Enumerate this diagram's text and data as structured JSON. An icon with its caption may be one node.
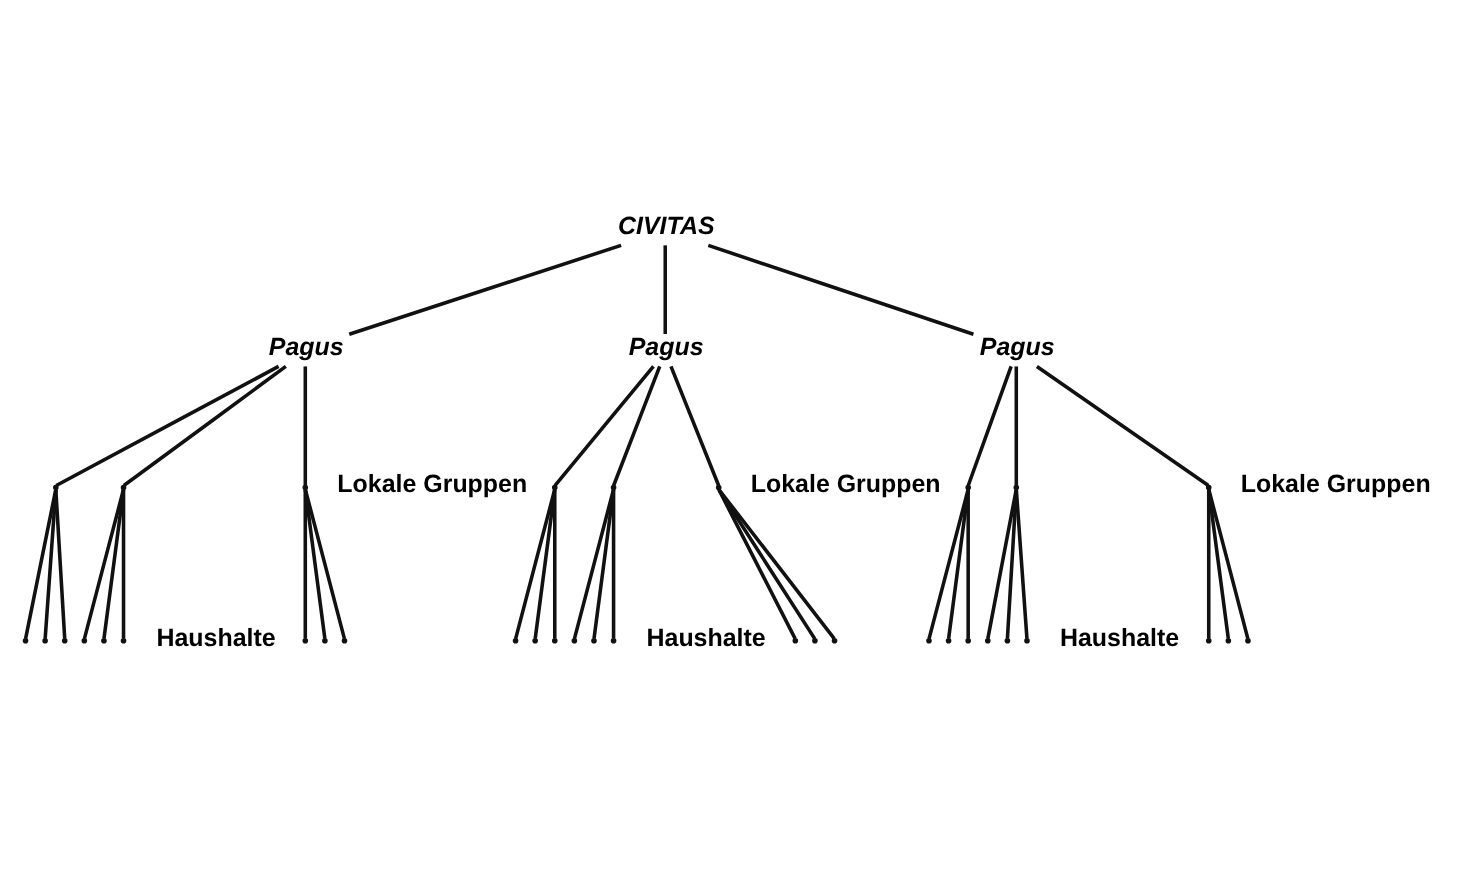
{
  "diagram": {
    "nodes": [
      {
        "text": [
          "CIVITAS"
        ]
      },
      {
        "text": [
          "Pagus"
        ]
      },
      {
        "text": [
          "Pagus"
        ]
      },
      {
        "text": [
          "Pagus"
        ]
      },
      {
        "text": [],
        "shape": "point"
      },
      {
        "text": [],
        "shape": "point"
      },
      {
        "text": [],
        "shape": "point"
      },
      {
        "text": [],
        "shape": "point"
      },
      {
        "text": [],
        "shape": "point"
      },
      {
        "text": [],
        "shape": "point"
      },
      {
        "text": [],
        "shape": "point"
      },
      {
        "text": [],
        "shape": "point"
      },
      {
        "text": [],
        "shape": "point"
      },
      {
        "text": [],
        "shape": "point"
      },
      {
        "text": [],
        "shape": "point"
      },
      {
        "text": [],
        "shape": "point"
      },
      {
        "text": [],
        "shape": "point"
      },
      {
        "text": [],
        "shape": "point"
      },
      {
        "text": [],
        "shape": "point"
      },
      {
        "text": [],
        "shape": "point"
      },
      {
        "text": [],
        "shape": "point"
      },
      {
        "text": [],
        "shape": "point"
      },
      {
        "text": [],
        "shape": "point"
      },
      {
        "text": [],
        "shape": "point"
      },
      {
        "text": [],
        "shape": "point"
      },
      {
        "text": [],
        "shape": "point"
      },
      {
        "text": [],
        "shape": "point"
      },
      {
        "text": [],
        "shape": "point"
      },
      {
        "text": [],
        "shape": "point"
      },
      {
        "text": [],
        "shape": "point"
      },
      {
        "text": [],
        "shape": "point"
      },
      {
        "text": [],
        "shape": "point"
      },
      {
        "text": [],
        "shape": "point"
      },
      {
        "text": [],
        "shape": "point"
      },
      {
        "text": [],
        "shape": "point"
      },
      {
        "text": [],
        "shape": "point"
      },
      {
        "text": [],
        "shape": "point"
      },
      {
        "text": [],
        "shape": "point"
      },
      {
        "text": [],
        "shape": "point"
      },
      {
        "text": [],
        "shape": "point"
      }
    ],
    "edges": [
      {
        "from": 0,
        "to": 1,
        "arrow": "none"
      },
      {
        "from": 0,
        "to": 2,
        "arrow": "none"
      },
      {
        "from": 0,
        "to": 3,
        "arrow": "none"
      },
      {
        "from": 1,
        "to": 4,
        "arrow": "none"
      },
      {
        "from": 1,
        "to": 5,
        "arrow": "none"
      },
      {
        "from": 1,
        "to": 6,
        "arrow": "none"
      },
      {
        "from": 2,
        "to": 7,
        "arrow": "none"
      },
      {
        "from": 2,
        "to": 8,
        "arrow": "none"
      },
      {
        "from": 2,
        "to": 9,
        "arrow": "none"
      },
      {
        "from": 3,
        "to": 10,
        "arrow": "none"
      },
      {
        "from": 3,
        "to": 11,
        "arrow": "none"
      },
      {
        "from": 3,
        "to": 12,
        "arrow": "none"
      },
      {
        "from": 4,
        "to": 13,
        "arrow": "none"
      },
      {
        "from": 4,
        "to": 14,
        "arrow": "none"
      },
      {
        "from": 4,
        "to": 15,
        "arrow": "none"
      },
      {
        "from": 5,
        "to": 16,
        "arrow": "none"
      },
      {
        "from": 5,
        "to": 17,
        "arrow": "none"
      },
      {
        "from": 5,
        "to": 18,
        "arrow": "none"
      },
      {
        "from": 6,
        "to": 19,
        "arrow": "none"
      },
      {
        "from": 6,
        "to": 20,
        "arrow": "none"
      },
      {
        "from": 6,
        "to": 21,
        "arrow": "none"
      },
      {
        "from": 7,
        "to": 22,
        "arrow": "none"
      },
      {
        "from": 7,
        "to": 23,
        "arrow": "none"
      },
      {
        "from": 7,
        "to": 24,
        "arrow": "none"
      },
      {
        "from": 8,
        "to": 25,
        "arrow": "none"
      },
      {
        "from": 8,
        "to": 26,
        "arrow": "none"
      },
      {
        "from": 8,
        "to": 27,
        "arrow": "none"
      },
      {
        "from": 9,
        "to": 28,
        "arrow": "none"
      },
      {
        "from": 9,
        "to": 29,
        "arrow": "none"
      },
      {
        "from": 9,
        "to": 30,
        "arrow": "none"
      },
      {
        "from": 10,
        "to": 31,
        "arrow": "none"
      },
      {
        "from": 10,
        "to": 32,
        "arrow": "none"
      },
      {
        "from": 10,
        "to": 33,
        "arrow": "none"
      },
      {
        "from": 11,
        "to": 34,
        "arrow": "none"
      },
      {
        "from": 11,
        "to": 35,
        "arrow": "none"
      },
      {
        "from": 11,
        "to": 36,
        "arrow": "none"
      },
      {
        "from": 12,
        "to": 37,
        "arrow": "none"
      },
      {
        "from": 12,
        "to": 38,
        "arrow": "none"
      },
      {
        "from": 12,
        "to": 39,
        "arrow": "none"
      }
    ],
    "labels": [
      "Lokale Gruppen",
      "Lokale Gruppen",
      "Lokale Gruppen",
      "Haushalte",
      "Haushalte",
      "Haushalte"
    ]
  }
}
